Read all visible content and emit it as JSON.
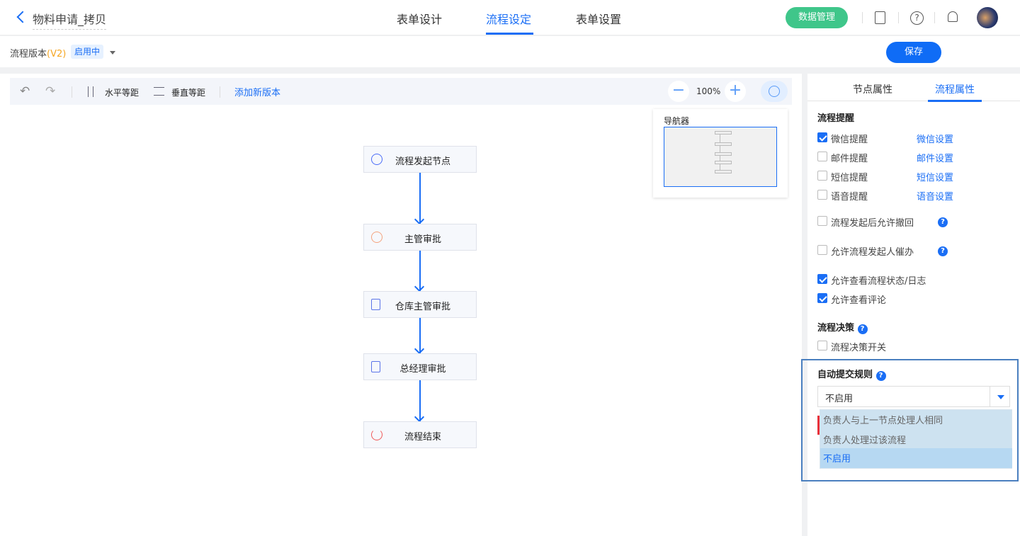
{
  "header": {
    "title": "物料申请_拷贝",
    "tabs": [
      {
        "label": "表单设计"
      },
      {
        "label": "流程设定",
        "active": true
      },
      {
        "label": "表单设置"
      }
    ],
    "data_button": "数据管理",
    "icons": [
      "contacts-icon",
      "help-icon",
      "bell-icon",
      "avatar"
    ]
  },
  "subheader": {
    "version_label": "流程版本",
    "version": "(V2)",
    "status": "启用中",
    "save": "保存"
  },
  "toolbar": {
    "horizontal": "水平等距",
    "vertical": "垂直等距",
    "add_version": "添加新版本",
    "zoom": "100%"
  },
  "navigator": {
    "title": "导航器"
  },
  "flow": {
    "nodes": [
      {
        "label": "流程发起节点",
        "icon": "play-icon"
      },
      {
        "label": "主管审批",
        "icon": "alarm-icon"
      },
      {
        "label": "仓库主管审批",
        "icon": "edit-icon"
      },
      {
        "label": "总经理审批",
        "icon": "edit-icon"
      },
      {
        "label": "流程结束",
        "icon": "power-icon"
      }
    ]
  },
  "panel": {
    "tabs": [
      {
        "label": "节点属性"
      },
      {
        "label": "流程属性",
        "active": true
      }
    ],
    "reminder_title": "流程提醒",
    "reminders": [
      {
        "label": "微信提醒",
        "checked": true,
        "link": "微信设置"
      },
      {
        "label": "邮件提醒",
        "checked": false,
        "link": "邮件设置"
      },
      {
        "label": "短信提醒",
        "checked": false,
        "link": "短信设置"
      },
      {
        "label": "语音提醒",
        "checked": false,
        "link": "语音设置"
      }
    ],
    "options": [
      {
        "label": "流程发起后允许撤回",
        "checked": false
      },
      {
        "label": "允许流程发起人催办",
        "checked": false
      },
      {
        "label": "允许查看流程状态/日志",
        "checked": true
      },
      {
        "label": "允许查看评论",
        "checked": true
      }
    ],
    "decision_title": "流程决策",
    "decision_switch": {
      "label": "流程决策开关",
      "checked": false
    },
    "auto_title": "自动提交规则",
    "auto_value": "不启用",
    "auto_options": [
      "负责人与上一节点处理人相同",
      "负责人处理过该流程",
      "不启用"
    ]
  }
}
